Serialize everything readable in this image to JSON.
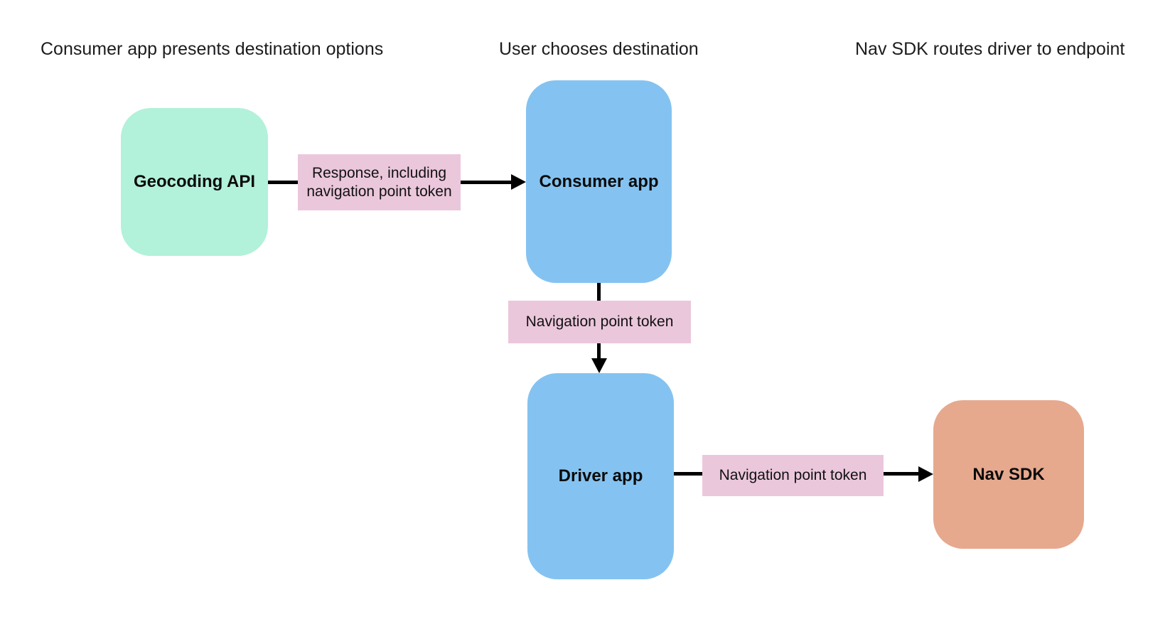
{
  "diagram": {
    "headers": [
      {
        "text": "Consumer app presents destination options"
      },
      {
        "text": "User chooses destination"
      },
      {
        "text": "Nav SDK routes driver to endpoint"
      }
    ],
    "nodes": [
      {
        "id": "geocoding-api",
        "label": "Geocoding API",
        "color": "#b2f1da"
      },
      {
        "id": "consumer-app",
        "label": "Consumer app",
        "color": "#84c3f1"
      },
      {
        "id": "driver-app",
        "label": "Driver app",
        "color": "#84c3f1"
      },
      {
        "id": "nav-sdk",
        "label": "Nav SDK",
        "color": "#e6a98e"
      }
    ],
    "edges": [
      {
        "from": "geocoding-api",
        "to": "consumer-app",
        "label": "Response, including navigation point token",
        "direction": "right"
      },
      {
        "from": "consumer-app",
        "to": "driver-app",
        "label": "Navigation point token",
        "direction": "down"
      },
      {
        "from": "driver-app",
        "to": "nav-sdk",
        "label": "Navigation point token",
        "direction": "right"
      }
    ],
    "colors": {
      "node_green": "#b2f1da",
      "node_blue": "#84c3f1",
      "node_orange": "#e6a98e",
      "edge_label_pink": "#ebc7dc",
      "arrow": "#000000",
      "text": "#1c1c1e",
      "background": "#ffffff"
    }
  }
}
